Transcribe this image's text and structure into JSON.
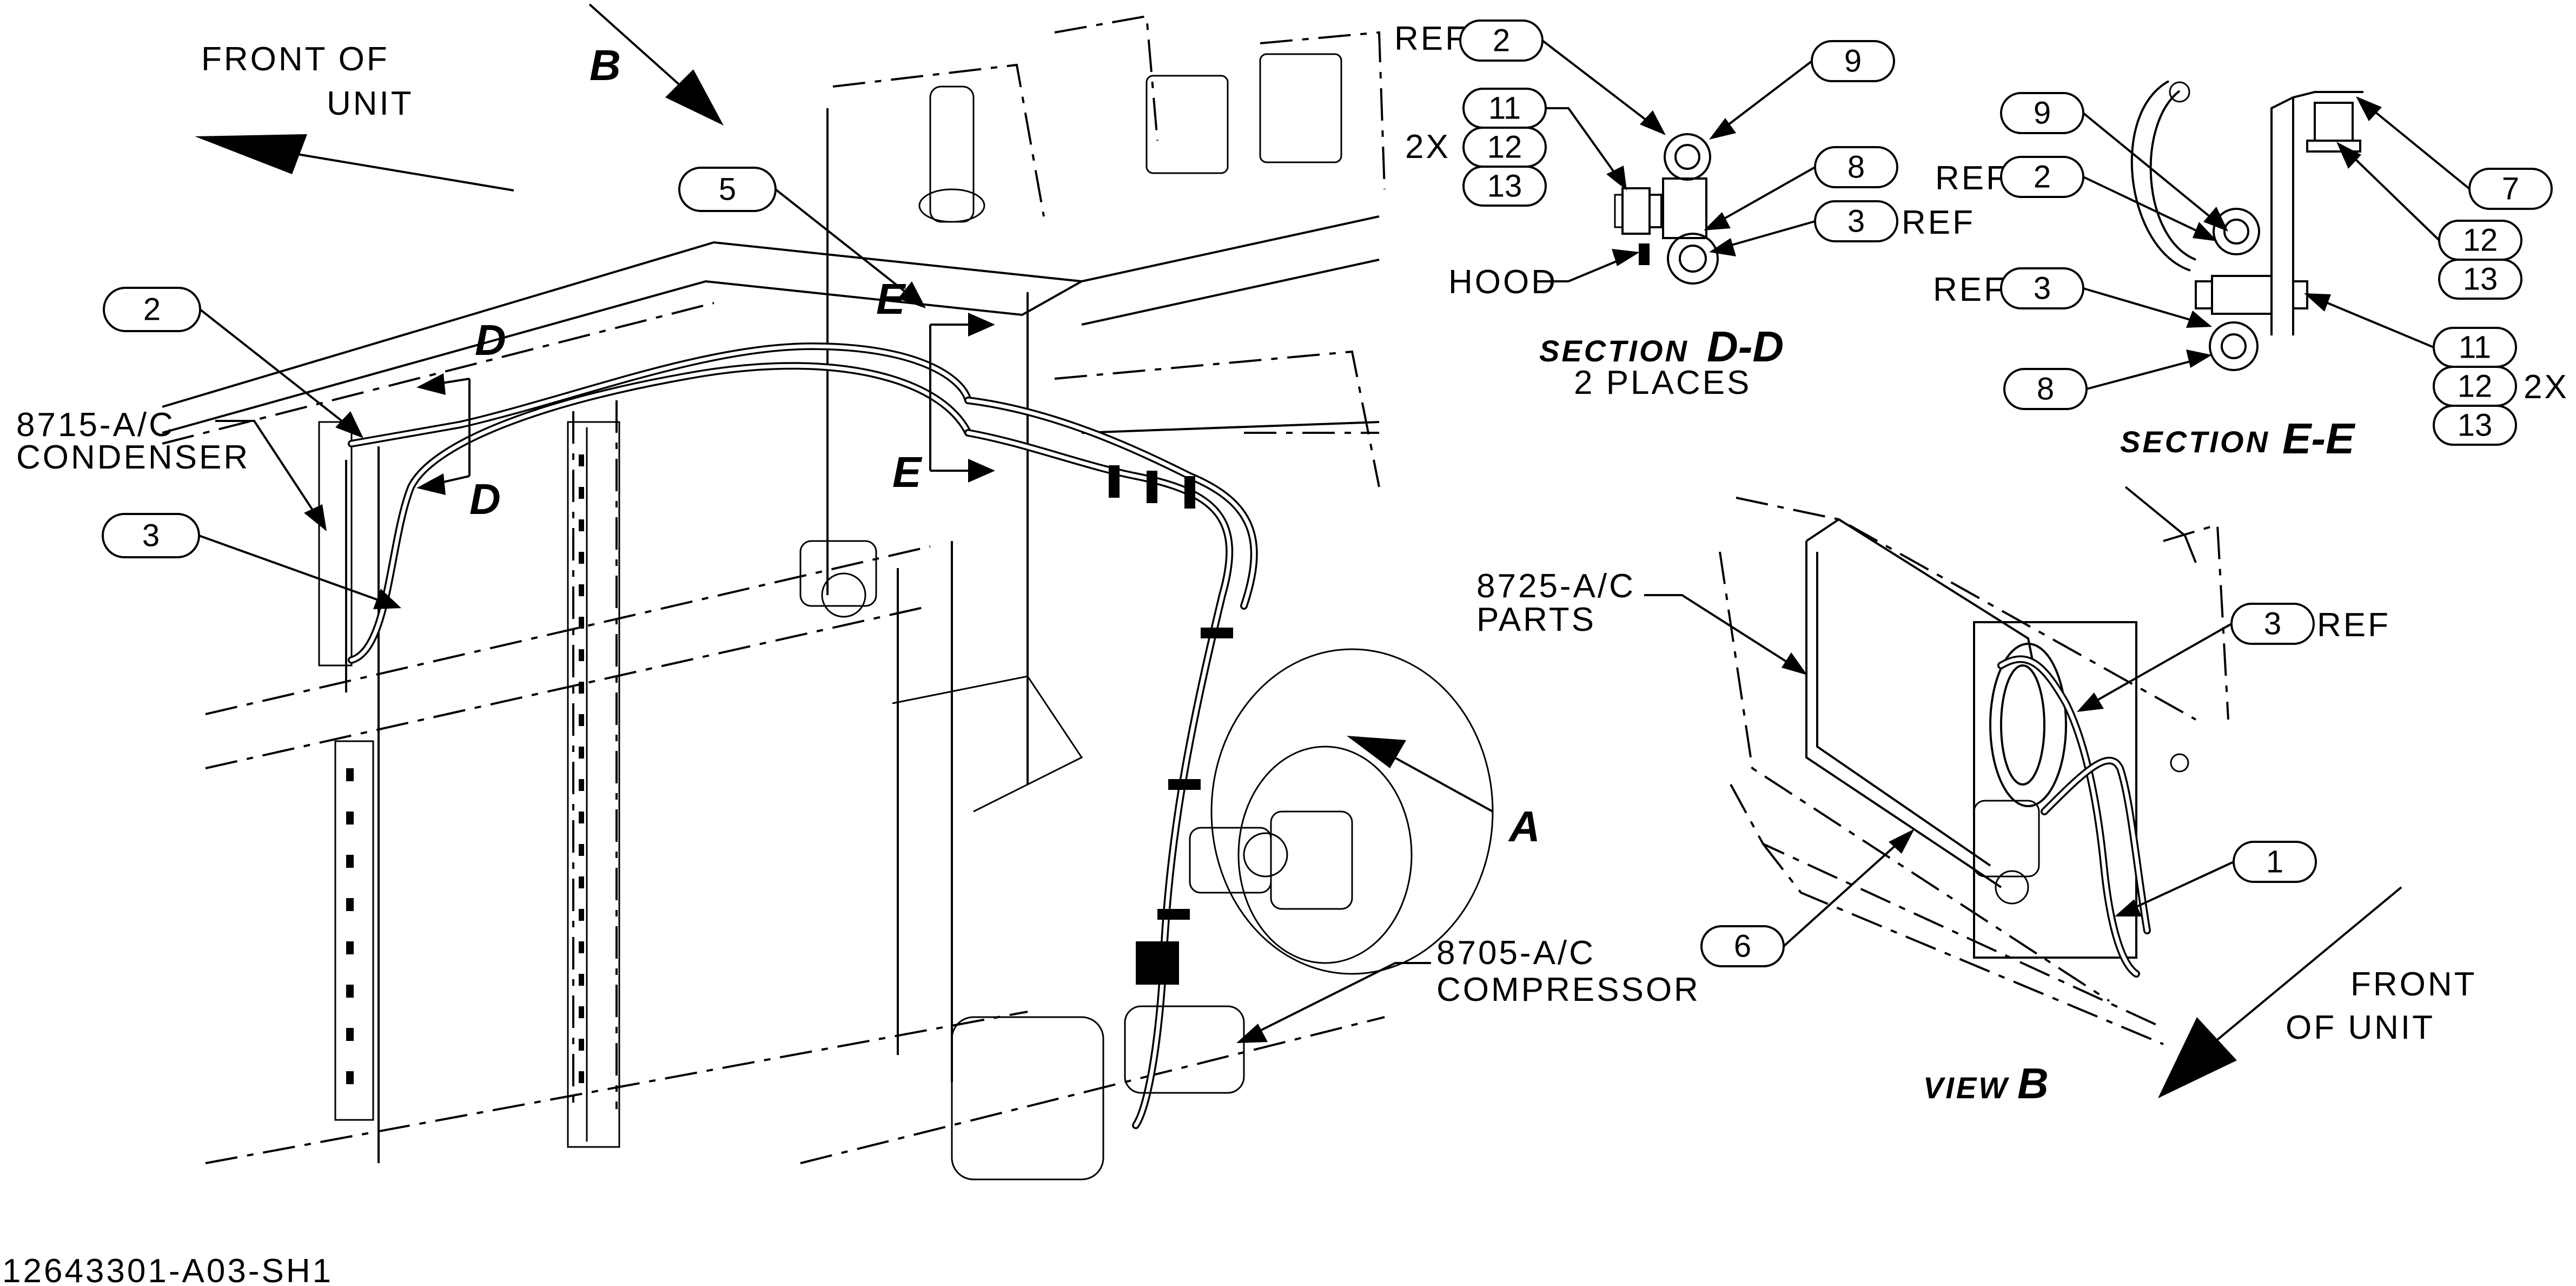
{
  "labels": {
    "front_main_1": "FRONT OF",
    "front_main_2": "UNIT",
    "front_b_1": "FRONT",
    "front_b_2": "OF UNIT",
    "condenser_1": "8715-A/C",
    "condenser_2": "CONDENSER",
    "parts_1": "8725-A/C",
    "parts_2": "PARTS",
    "compressor_1": "8705-A/C",
    "compressor_2": "COMPRESSOR",
    "hood": "HOOD",
    "ref": "REF",
    "two_x": "2X",
    "drawing_number": "12643301-A03-SH1"
  },
  "view_letters": {
    "B": "B",
    "A": "A",
    "D": "D",
    "E": "E"
  },
  "sections": {
    "dd_word": "SECTION",
    "dd_letters": "D-D",
    "dd_places": "2 PLACES",
    "ee_word": "SECTION",
    "ee_letters": "E-E",
    "view_b_word": "VIEW",
    "view_b_letter": "B"
  },
  "balloons": {
    "b2_main": "2",
    "b3_main": "3",
    "b5_main": "5",
    "dd_2": "2",
    "dd_9": "9",
    "dd_11": "11",
    "dd_12": "12",
    "dd_13": "13",
    "dd_8": "8",
    "dd_3": "3",
    "ee_9": "9",
    "ee_2": "2",
    "ee_3": "3",
    "ee_8": "8",
    "ee_7": "7",
    "ee_12a": "12",
    "ee_13a": "13",
    "ee_11": "11",
    "ee_12b": "12",
    "ee_13b": "13",
    "vb_3": "3",
    "vb_1": "1",
    "vb_6": "6"
  }
}
